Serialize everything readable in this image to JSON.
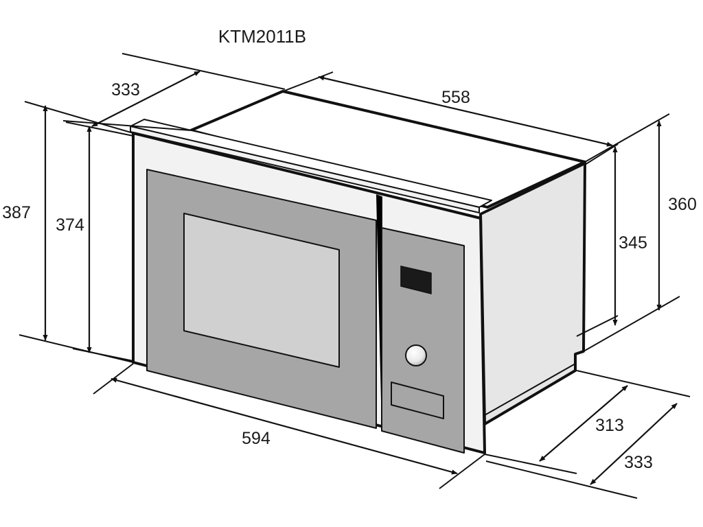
{
  "title": "KTM2011B",
  "dimensions": {
    "top_depth": "333",
    "top_width": "558",
    "left_outer_height": "387",
    "left_inner_height": "374",
    "right_inner_height": "345",
    "right_outer_height": "360",
    "front_width": "594",
    "bottom_depth_inner": "313",
    "bottom_depth_outer": "333"
  },
  "colors": {
    "line": "#111111",
    "body_side": "#e6e6e6",
    "front_panel": "#a6a6a6",
    "window": "#d0d0d0",
    "frame": "#f2f2f2",
    "display": "#1a1a1a"
  }
}
